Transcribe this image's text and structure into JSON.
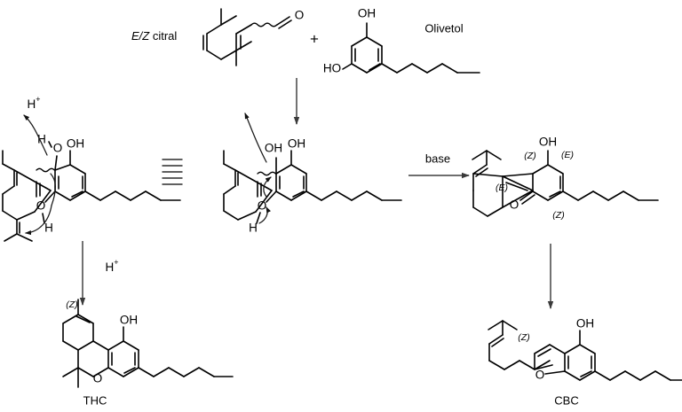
{
  "figure": {
    "type": "reaction-scheme",
    "title": "Acid- and base-mediated cyclization of citral with olivetol to THC and CBC",
    "background": "#ffffff",
    "bond_color": "#000000",
    "arrow_color": "#5a5a5a"
  },
  "reactants": {
    "citral": {
      "label_prefix": "E/Z",
      "label_suffix": " citral",
      "label_full": "E/Z citral",
      "atoms": {
        "carbonyl_oxygen": "O"
      }
    },
    "plus_sign": "+",
    "olivetol": {
      "name": "Olivetol",
      "atoms": {
        "hydroxyl_top": "OH",
        "hydroxyl_left": "HO"
      }
    }
  },
  "intermediates": {
    "center": {
      "atoms": {
        "tertiary_hydroxyl": "OH",
        "phenol_hydroxyl": "OH",
        "phenol_oxygen": "O",
        "phenol_hydrogen": "H"
      }
    },
    "left": {
      "atoms": {
        "proton": "H",
        "proton_charge": "+",
        "oxonium_hydrogen": "H",
        "oxonium_oxygen": "O",
        "phenol_hydroxyl": "OH",
        "phenol_oxygen": "O",
        "phenol_hydrogen": "H"
      }
    },
    "right": {
      "atoms": {
        "hydroxyl": "OH",
        "ketone_oxygen": "O"
      },
      "stereo_labels": [
        "(Z)",
        "(E)",
        "(E)",
        "(Z)"
      ]
    }
  },
  "products": {
    "thc": {
      "name": "THC",
      "atoms": {
        "hydroxyl": "OH",
        "ring_oxygen": "O"
      },
      "stereo_labels": [
        "(Z)"
      ]
    },
    "cbc": {
      "name": "CBC",
      "atoms": {
        "hydroxyl": "OH",
        "ring_oxygen": "O"
      },
      "stereo_labels": [
        "(Z)"
      ]
    }
  },
  "arrows": {
    "condensation_down": {
      "label": ""
    },
    "base_step": {
      "label": "base"
    },
    "acid_step": {
      "label": "H",
      "label_charge": "+",
      "label_full": "H+"
    },
    "cbc_down": {
      "label": ""
    }
  }
}
